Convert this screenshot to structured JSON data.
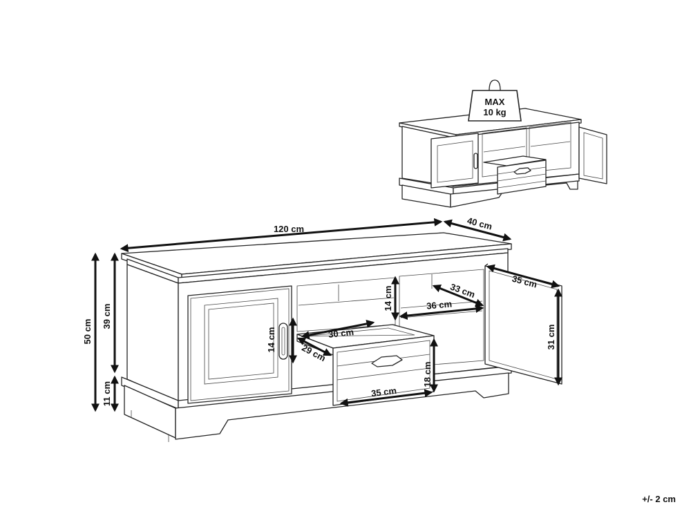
{
  "weight_badge": {
    "line1": "MAX",
    "line2": "10 kg"
  },
  "dimensions": {
    "width": "120 cm",
    "depth": "40 cm",
    "total_height": "50 cm",
    "body_height": "39 cm",
    "base_height": "11 cm",
    "door_width": "35 cm",
    "door_height": "31 cm",
    "shelf_inner_depth": "33 cm",
    "shelf_inner_width": "36 cm",
    "shelf_height": "14 cm",
    "drawer_inner_width": "30 cm",
    "drawer_inner_depth": "29 cm",
    "drawer_front_width": "35 cm",
    "drawer_front_height": "18 cm",
    "handle_height": "14 cm"
  },
  "tolerance": "+/- 2 cm"
}
